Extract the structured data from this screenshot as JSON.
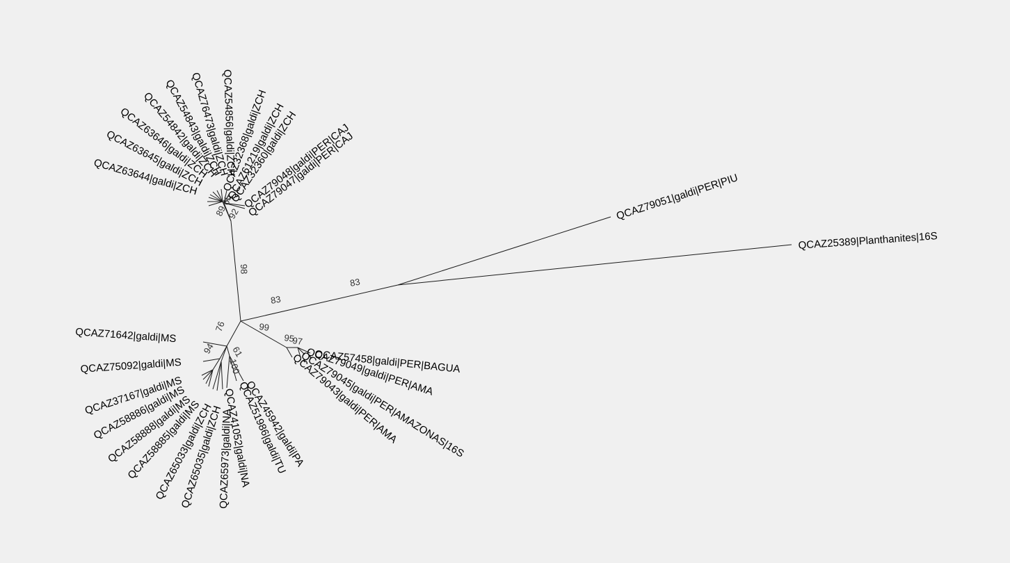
{
  "tree": {
    "tips": [
      {
        "id": "t_piu",
        "label": "QCAZ79051|galdi|PER|PIU"
      },
      {
        "id": "t_out",
        "label": "QCAZ25389|Planthanites|16S"
      },
      {
        "id": "t_caj48",
        "label": "QCAZ79048|galdi|PER|CAJ"
      },
      {
        "id": "t_caj47",
        "label": "QCAZ79047|galdi|PER|CAJ"
      },
      {
        "id": "t_zch2360",
        "label": "QCAZ32360|galdi|ZCH"
      },
      {
        "id": "t_zch1219",
        "label": "QCAZ61219|galdi|ZCH"
      },
      {
        "id": "t_zch2368",
        "label": "QCAZ32368|galdi|ZCH"
      },
      {
        "id": "t_4856",
        "label": "QCAZ54856|galdi|ZCH"
      },
      {
        "id": "t_6473",
        "label": "QCAZ76473|galdi|ZCH"
      },
      {
        "id": "t_4843",
        "label": "QCAZ54843|galdi|ZCH"
      },
      {
        "id": "t_4842",
        "label": "QCAZ54842|galdi|ZCH"
      },
      {
        "id": "t_3646",
        "label": "QCAZ63646|galdi|ZCH"
      },
      {
        "id": "t_3645",
        "label": "QCAZ63645|galdi|ZCH"
      },
      {
        "id": "t_3644",
        "label": "QCAZ63644|galdi|ZCH"
      },
      {
        "id": "t_7458",
        "label": "QCAZ57458|galdi|PER|BAGUA"
      },
      {
        "id": "t_9049",
        "label": "QCAZ79049|galdi|PER|AMA"
      },
      {
        "id": "t_9045",
        "label": "QCAZ79045|galdi|PER|AMAZONAS|16S"
      },
      {
        "id": "t_9043",
        "label": "QCAZ79043|galdi|PER|AMA"
      },
      {
        "id": "t_1642",
        "label": "QCAZ71642|galdi|MS"
      },
      {
        "id": "t_5092",
        "label": "QCAZ75092|galdi|MS"
      },
      {
        "id": "t_7167",
        "label": "QCAZ37167|galdi|MS"
      },
      {
        "id": "t_8886",
        "label": "QCAZ58886|galdi|MS"
      },
      {
        "id": "t_8888",
        "label": "QCAZ58888|galdi|MS"
      },
      {
        "id": "t_8885",
        "label": "QCAZ58885|galdi|MS"
      },
      {
        "id": "t_5033",
        "label": "QCAZ65033|galdi|ZCH"
      },
      {
        "id": "t_5035",
        "label": "QCAZ65035|galdi|ZCH"
      },
      {
        "id": "t_5973",
        "label": "QCAZ65973|galdi|NA"
      },
      {
        "id": "t_1052",
        "label": "QCAZ41052|galdi|NA"
      },
      {
        "id": "t_1986",
        "label": "QCAZ51986|galdi|TU"
      },
      {
        "id": "t_5942",
        "label": "QCAZ45942|galdi|PA"
      }
    ],
    "support_values": [
      {
        "id": "s_83a",
        "label": "83"
      },
      {
        "id": "s_83b",
        "label": "83"
      },
      {
        "id": "s_98",
        "label": "98"
      },
      {
        "id": "s_99",
        "label": "99"
      },
      {
        "id": "s_95",
        "label": "95"
      },
      {
        "id": "s_97",
        "label": "97"
      },
      {
        "id": "s_76",
        "label": "76"
      },
      {
        "id": "s_94",
        "label": "94"
      },
      {
        "id": "s_61",
        "label": "61"
      },
      {
        "id": "s_100",
        "label": "100"
      },
      {
        "id": "s_92",
        "label": "92"
      },
      {
        "id": "s_65",
        "label": "65"
      },
      {
        "id": "s_89",
        "label": "89"
      }
    ]
  }
}
